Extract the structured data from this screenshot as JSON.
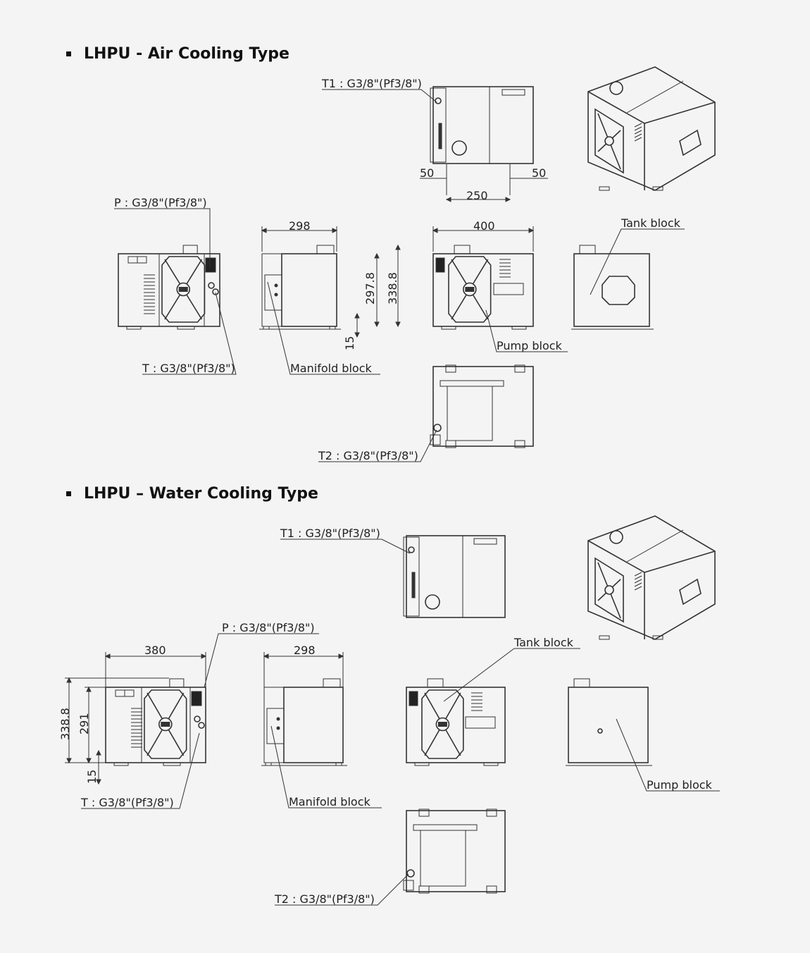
{
  "sections": [
    {
      "title": "LHPU - Air Cooling Type",
      "labels": {
        "t1": "T1 : G3/8\"(Pf3/8\")",
        "p": "P : G3/8\"(Pf3/8\")",
        "t": "T : G3/8\"(Pf3/8\")",
        "t2": "T2 : G3/8\"(Pf3/8\")",
        "manifold": "Manifold block",
        "pump": "Pump block",
        "tank": "Tank block"
      },
      "dims": {
        "top_left": "50",
        "top_right": "50",
        "top_width": "250",
        "side_width": "298",
        "side_height": "297.8",
        "side_total": "338.8",
        "foot": "15",
        "rear_width": "400"
      }
    },
    {
      "title": "LHPU – Water Cooling Type",
      "labels": {
        "t1": "T1 : G3/8\"(Pf3/8\")",
        "p": "P : G3/8\"(Pf3/8\")",
        "t": "T : G3/8\"(Pf3/8\")",
        "t2": "T2 : G3/8\"(Pf3/8\")",
        "manifold": "Manifold block",
        "pump": "Pump block",
        "tank": "Tank block"
      },
      "dims": {
        "front_width": "380",
        "front_total": "338.8",
        "front_height": "291",
        "foot": "15",
        "side_width": "298"
      }
    }
  ]
}
